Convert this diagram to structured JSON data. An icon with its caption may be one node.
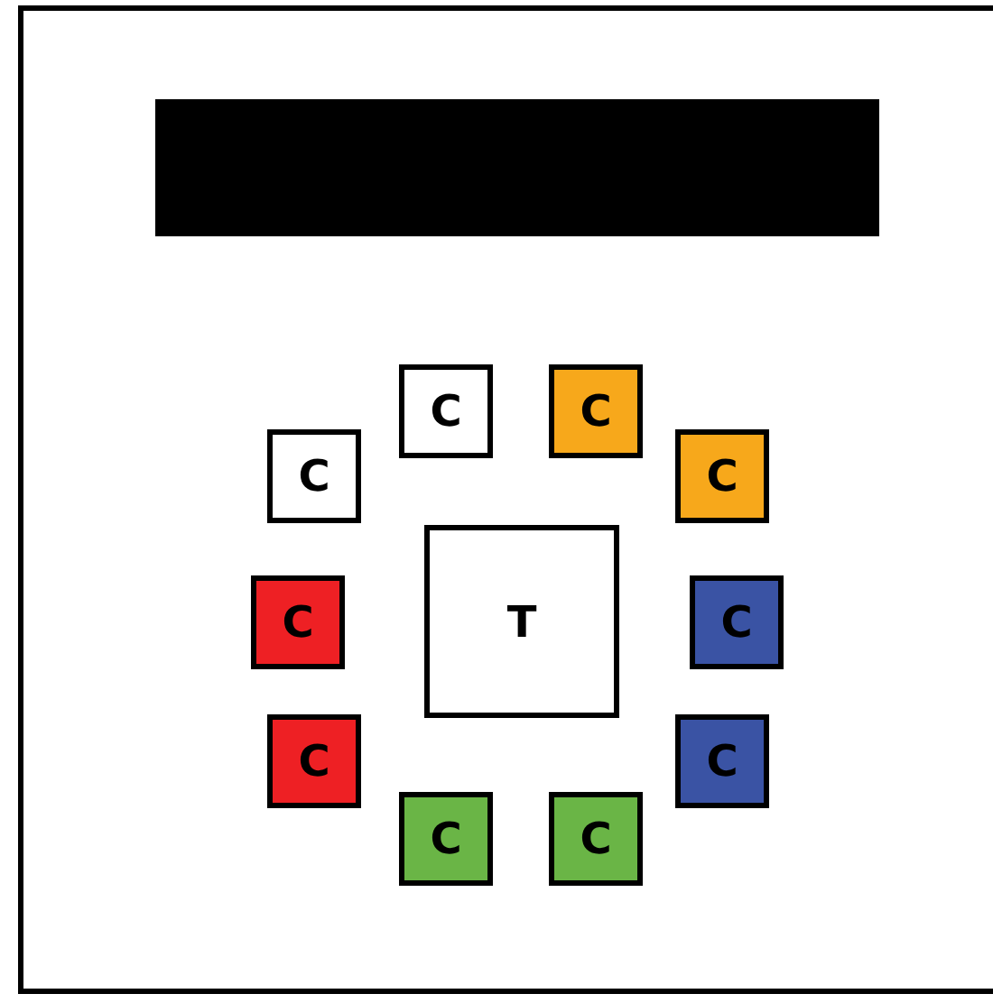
{
  "diagram": {
    "nodes": [
      {
        "text": [],
        "shape": "bar"
      },
      {
        "text": [
          "C"
        ]
      },
      {
        "text": [
          "C"
        ]
      },
      {
        "text": [
          "C"
        ]
      },
      {
        "text": [
          "C"
        ]
      },
      {
        "text": [
          "T"
        ]
      },
      {
        "text": [
          "C"
        ]
      },
      {
        "text": [
          "C"
        ]
      },
      {
        "text": [
          "C"
        ]
      },
      {
        "text": [
          "C"
        ]
      },
      {
        "text": [
          "C"
        ]
      },
      {
        "text": [
          "C"
        ]
      }
    ]
  }
}
